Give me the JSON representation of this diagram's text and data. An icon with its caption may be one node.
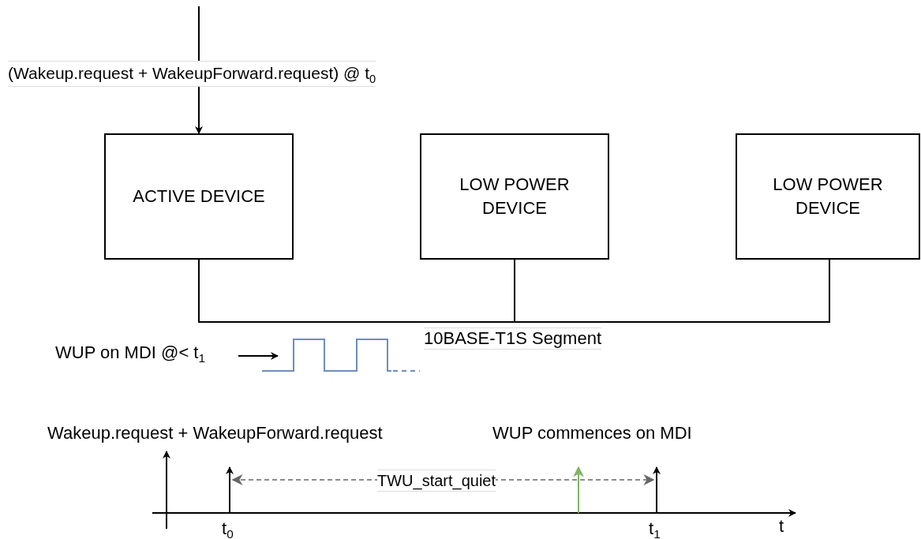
{
  "diagram": {
    "nodes": [
      {
        "text": [
          "ACTIVE DEVICE"
        ]
      },
      {
        "text": [
          "LOW POWER DEVICE"
        ]
      },
      {
        "text": [
          "LOW POWER DEVICE"
        ]
      },
      {
        "text": [
          "WUP on MDI @< t$_{1}$"
        ]
      },
      {
        "text": [],
        "shape": "waveform"
      }
    ],
    "edges": [
      {
        "from": null,
        "to": 0,
        "arrow": "to",
        "label": "(Wakeup.request + WakeupForward.request) @ t$_{0}$"
      },
      {
        "from": 0,
        "to": 1,
        "arrow": "none"
      },
      {
        "from": 1,
        "to": 2,
        "arrow": "none"
      },
      {
        "from": 3,
        "to": 4,
        "arrow": "to"
      }
    ],
    "labels": [
      "10BASE-T1S Segment",
      "Wakeup.request + WakeupForward.request",
      "WUP commences on MDI",
      "TWU_start_quiet",
      "t$_{0}$",
      "t$_{1}$",
      "t"
    ]
  }
}
